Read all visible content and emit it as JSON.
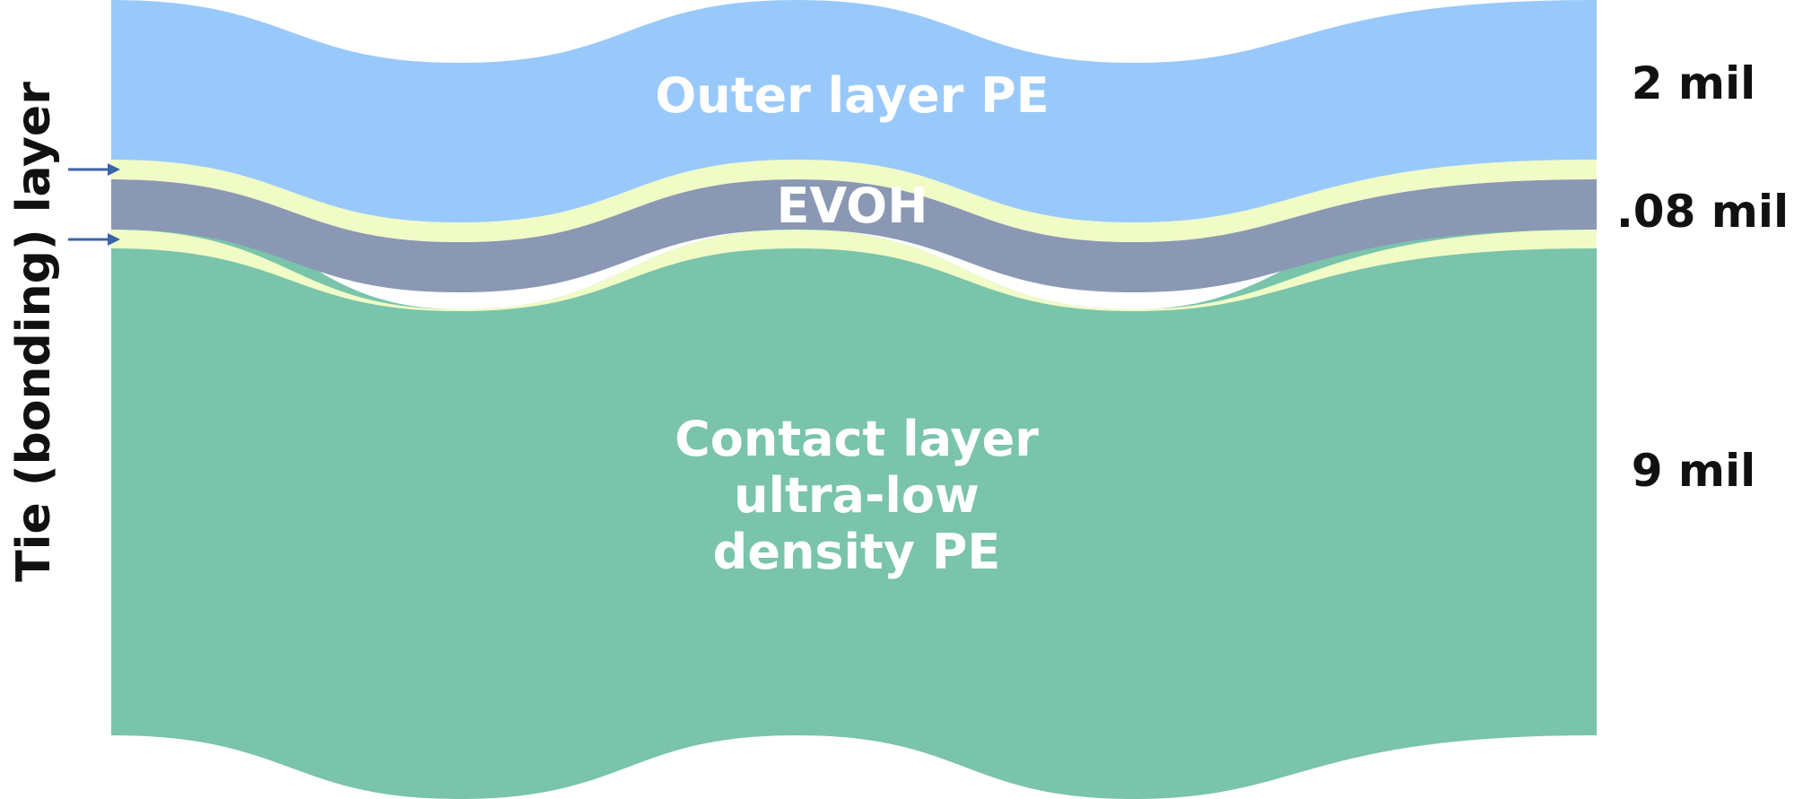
{
  "layers": [
    {
      "id": "outer",
      "label_lines": [
        "Outer layer PE"
      ],
      "color": "#99c9fa"
    },
    {
      "id": "tie",
      "color": "#f0fbc6"
    },
    {
      "id": "evoh",
      "label_lines": [
        "EVOH"
      ],
      "color": "#8a98b3"
    },
    {
      "id": "contact",
      "label_lines": [
        "Contact layer",
        "ultra-low",
        "density PE"
      ],
      "color": "#79c4ab"
    }
  ],
  "thickness_labels": {
    "outer": "2 mil",
    "evoh": ".08 mil",
    "contact": "9 mil"
  },
  "side_label": "Tie (bonding) layer",
  "arrow_color": "#3b63a8"
}
